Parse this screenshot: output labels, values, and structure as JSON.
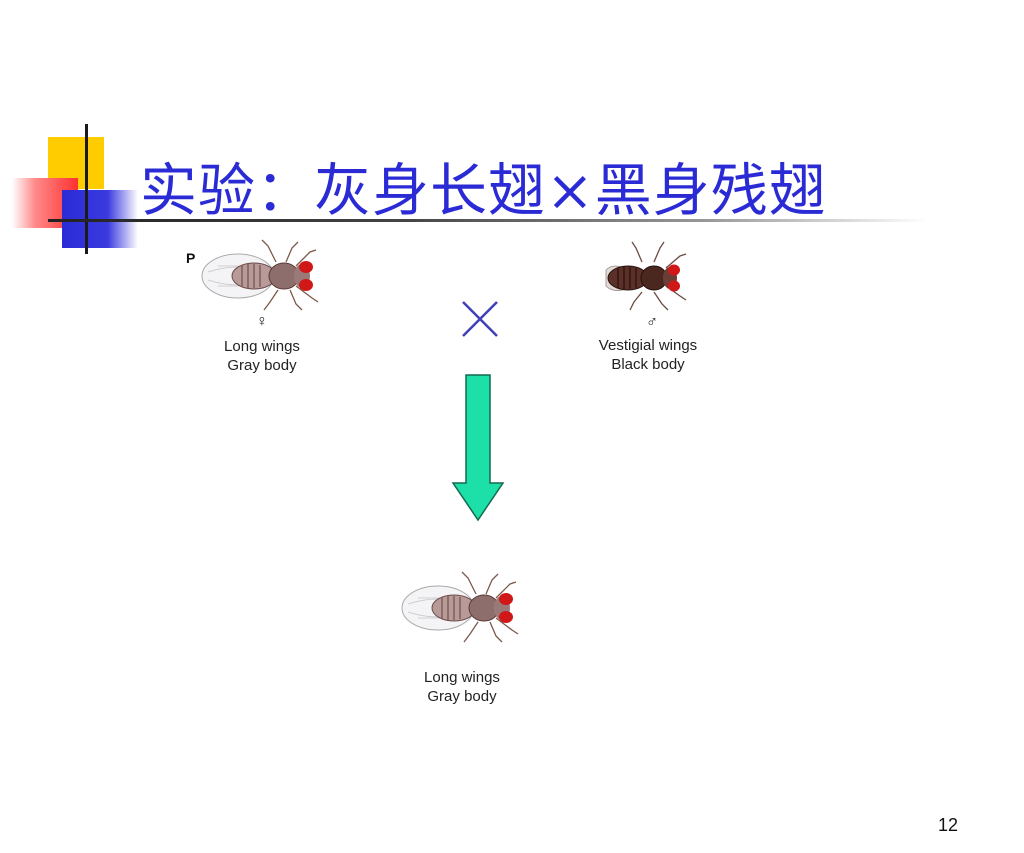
{
  "slide": {
    "title": "实验：灰身长翅×黑身残翅",
    "generation_label": "P",
    "female": {
      "symbol": "♀",
      "caption_line1": "Long wings",
      "caption_line2": "Gray body"
    },
    "male": {
      "symbol": "♂",
      "caption_line1": "Vestigial wings",
      "caption_line2": "Black body"
    },
    "cross_symbol": "×",
    "offspring": {
      "caption_line1": "Long wings",
      "caption_line2": "Gray body"
    },
    "page_number": "12"
  },
  "colors": {
    "title": "#2b2bd6",
    "arrow_fill": "#1de0a8",
    "cross": "#4040b8",
    "accent_yellow": "#ffcc00",
    "accent_red": "#ff3030",
    "accent_blue": "#2b2bd6"
  },
  "icons": [
    "gray-long-winged-fly-icon",
    "black-vestigial-winged-fly-icon",
    "cross-icon",
    "down-arrow-icon"
  ]
}
